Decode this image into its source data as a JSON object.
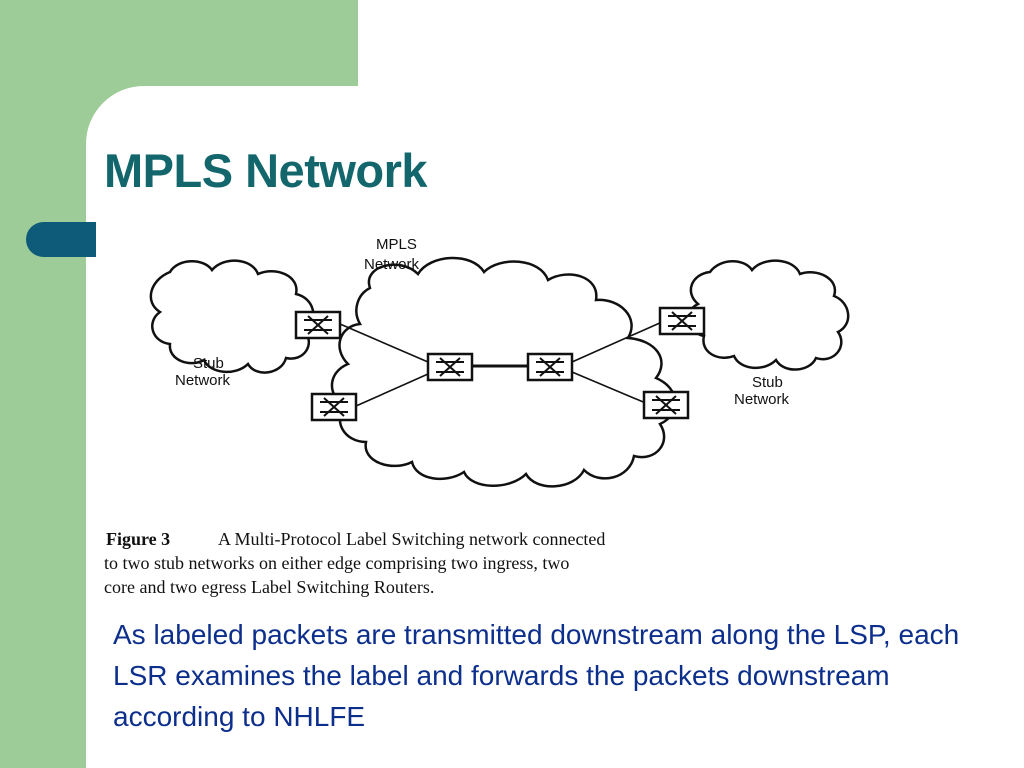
{
  "slide": {
    "title": "MPLS Network",
    "body": "As labeled packets are transmitted downstream along the LSP, each LSR examines the label and forwards the packets downstream according to NHLFE"
  },
  "figure": {
    "mpls_label_line1": "MPLS",
    "mpls_label_line2": "Network",
    "stub_left_line1": "Stub",
    "stub_left_line2": "Network",
    "stub_right_line1": "Stub",
    "stub_right_line2": "Network",
    "caption_label": "Figure 3",
    "caption_line1": "A Multi-Protocol Label Switching network connected",
    "caption_line2": "to two stub networks on either edge comprising two ingress, two",
    "caption_line3": "core and two egress Label Switching Routers."
  },
  "colors": {
    "background_green": "#9dcc98",
    "accent_blue": "#0d5b78",
    "title_teal": "#13676c",
    "body_blue": "#0d2f8c"
  }
}
